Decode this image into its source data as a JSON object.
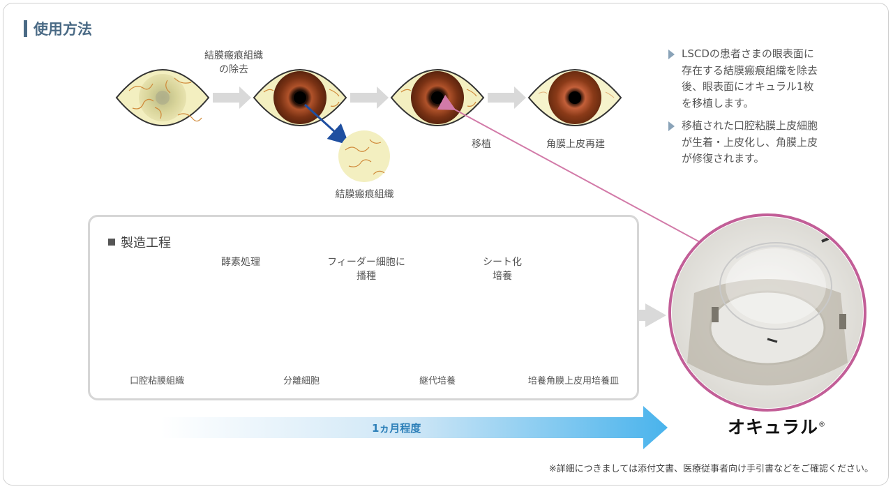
{
  "title": "使用方法",
  "top_flow": {
    "step1_label": "結膜瘢痕組織の除去",
    "step1_label_line1": "結膜瘢痕組織",
    "step1_label_line2": "の除去",
    "removed_tissue_label": "結膜瘢痕組織",
    "transplant_label": "移植",
    "reconstruction_label": "角膜上皮再建"
  },
  "notes": [
    "LSCDの患者さまの眼表面に存在する結膜瘢痕組織を除去後、眼表面にオキュラル1枚を移植します。",
    "移植された口腔粘膜上皮細胞が生着・上皮化し、角膜上皮が修復されます。"
  ],
  "manufacturing": {
    "title": "製造工程",
    "steps": [
      {
        "caption": "口腔粘膜組織"
      },
      {
        "caption": "分離細胞"
      },
      {
        "caption": "継代培養"
      },
      {
        "caption": "培養角膜上皮用培養皿"
      }
    ],
    "process_labels": [
      {
        "line1": "酵素処理",
        "line2": ""
      },
      {
        "line1": "フィーダー細胞に",
        "line2": "播種"
      },
      {
        "line1": "シート化",
        "line2": "培養"
      }
    ]
  },
  "product_name": "オキュラル",
  "product_mark": "®",
  "timeline_label": "1ヵ月程度",
  "footnote": "※詳細につきましては添付文書、医療従事者向け手引書などをご確認ください。",
  "colors": {
    "title": "#4a6a85",
    "eye_white": "#f3efc0",
    "vessel": "#d08a3a",
    "iris": "#8b3a1a",
    "pink_arrow": "#d27aa8",
    "blue_arrow": "#1f4fa0",
    "timeline": "#2c7fb8"
  }
}
